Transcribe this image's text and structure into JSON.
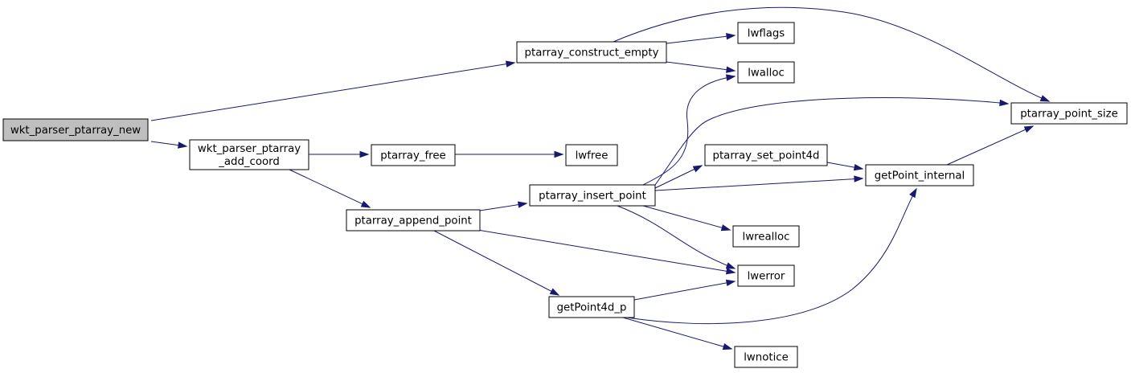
{
  "graph": {
    "edge_color": "#191970",
    "root_fill": "#bfbfbf",
    "nodes": [
      {
        "id": "n0",
        "lines": [
          "wkt_parser_ptarray_new"
        ]
      },
      {
        "id": "n1",
        "lines": [
          "ptarray_construct_empty"
        ]
      },
      {
        "id": "n2",
        "lines": [
          "wkt_parser_ptarray",
          "_add_coord"
        ]
      },
      {
        "id": "n3",
        "lines": [
          "lwflags"
        ]
      },
      {
        "id": "n4",
        "lines": [
          "lwalloc"
        ]
      },
      {
        "id": "n5",
        "lines": [
          "ptarray_point_size"
        ]
      },
      {
        "id": "n6",
        "lines": [
          "ptarray_free"
        ]
      },
      {
        "id": "n7",
        "lines": [
          "lwfree"
        ]
      },
      {
        "id": "n8",
        "lines": [
          "ptarray_append_point"
        ]
      },
      {
        "id": "n9",
        "lines": [
          "ptarray_insert_point"
        ]
      },
      {
        "id": "n10",
        "lines": [
          "ptarray_set_point4d"
        ]
      },
      {
        "id": "n11",
        "lines": [
          "getPoint_internal"
        ]
      },
      {
        "id": "n12",
        "lines": [
          "lwrealloc"
        ]
      },
      {
        "id": "n13",
        "lines": [
          "lwerror"
        ]
      },
      {
        "id": "n14",
        "lines": [
          "getPoint4d_p"
        ]
      },
      {
        "id": "n15",
        "lines": [
          "lwnotice"
        ]
      }
    ],
    "edges": [
      {
        "from": "n0",
        "to": "n1"
      },
      {
        "from": "n0",
        "to": "n2"
      },
      {
        "from": "n1",
        "to": "n3"
      },
      {
        "from": "n1",
        "to": "n4"
      },
      {
        "from": "n1",
        "to": "n5"
      },
      {
        "from": "n2",
        "to": "n6"
      },
      {
        "from": "n2",
        "to": "n8"
      },
      {
        "from": "n6",
        "to": "n7"
      },
      {
        "from": "n8",
        "to": "n9"
      },
      {
        "from": "n8",
        "to": "n13"
      },
      {
        "from": "n8",
        "to": "n14"
      },
      {
        "from": "n9",
        "to": "n4"
      },
      {
        "from": "n9",
        "to": "n5"
      },
      {
        "from": "n9",
        "to": "n10"
      },
      {
        "from": "n9",
        "to": "n11"
      },
      {
        "from": "n9",
        "to": "n12"
      },
      {
        "from": "n9",
        "to": "n13"
      },
      {
        "from": "n10",
        "to": "n11"
      },
      {
        "from": "n11",
        "to": "n5"
      },
      {
        "from": "n14",
        "to": "n13"
      },
      {
        "from": "n14",
        "to": "n11"
      },
      {
        "from": "n14",
        "to": "n15"
      }
    ]
  }
}
